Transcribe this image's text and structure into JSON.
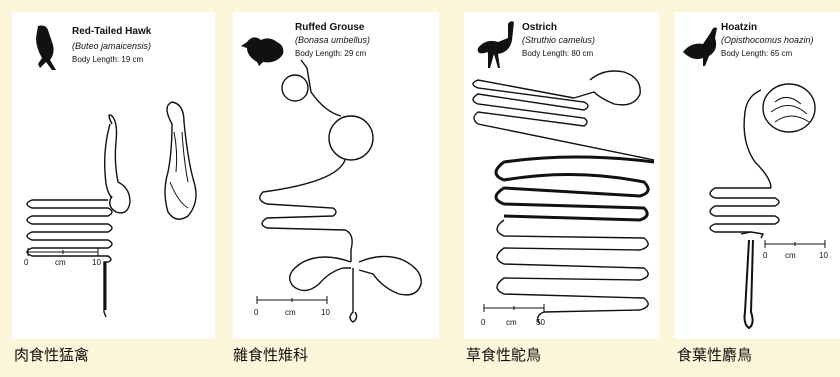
{
  "panels": [
    {
      "name": "Red-Tailed Hawk",
      "scientific": "(Buteo jamaicensis)",
      "body_length": "Body Length: 19 cm",
      "scale": {
        "start": "0",
        "unit": "cm",
        "end": "10"
      },
      "caption": "肉食性猛禽",
      "icon": "hawk-silhouette-icon"
    },
    {
      "name": "Ruffed Grouse",
      "scientific": "(Bonasa umbellus)",
      "body_length": "Body Length: 29 cm",
      "scale": {
        "start": "0",
        "unit": "cm",
        "end": "10"
      },
      "caption": "雜食性雉科",
      "icon": "grouse-silhouette-icon"
    },
    {
      "name": "Ostrich",
      "scientific": "(Struthio camelus)",
      "body_length": "Body Length: 80 cm",
      "scale": {
        "start": "0",
        "unit": "cm",
        "end": "50"
      },
      "caption": "草食性鴕鳥",
      "icon": "ostrich-silhouette-icon"
    },
    {
      "name": "Hoatzin",
      "scientific": "(Opisthocomus hoazin)",
      "body_length": "Body Length: 65 cm",
      "scale": {
        "start": "0",
        "unit": "cm",
        "end": "10"
      },
      "caption": "食葉性麝鳥",
      "icon": "hoatzin-silhouette-icon"
    }
  ]
}
